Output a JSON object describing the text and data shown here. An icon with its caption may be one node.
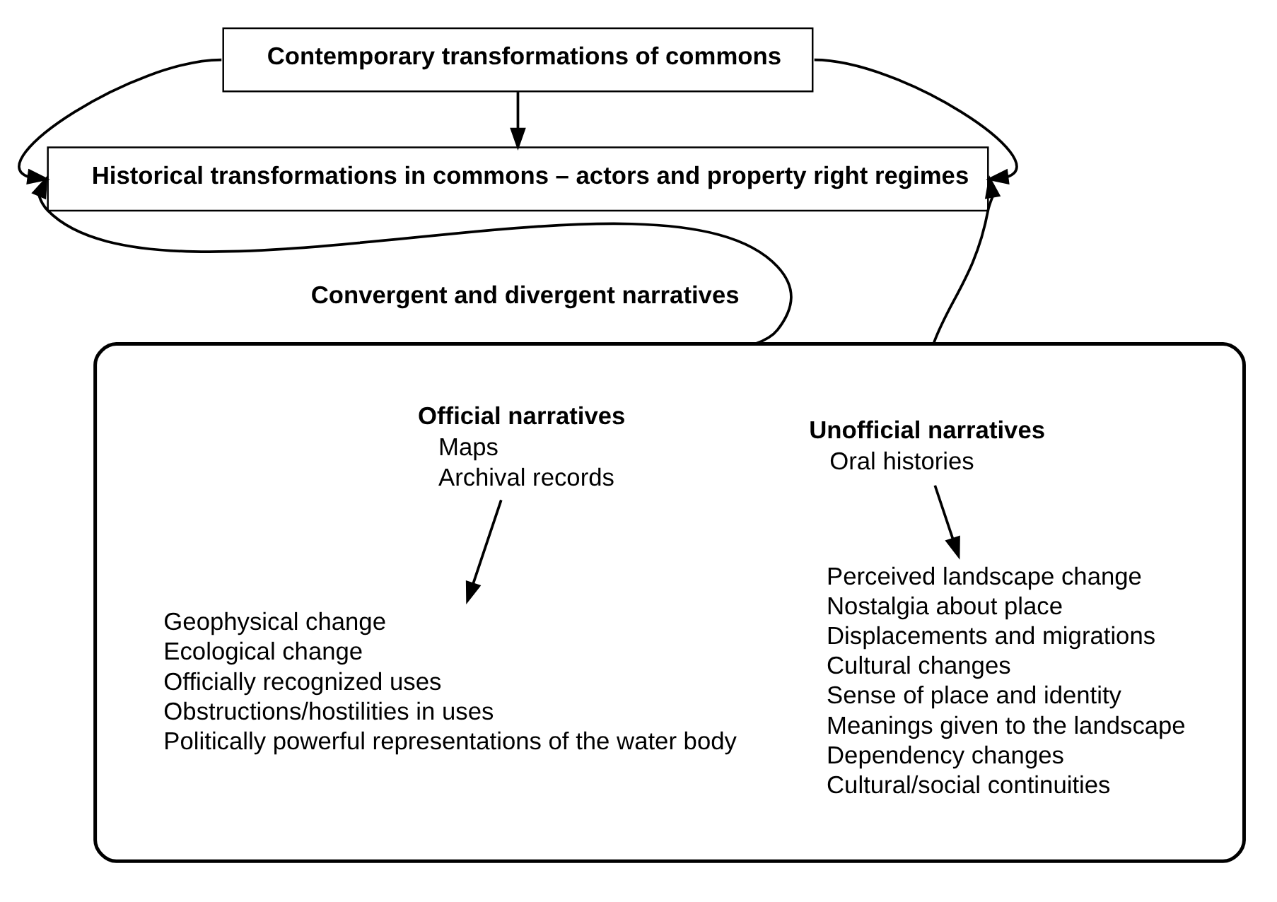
{
  "diagram": {
    "nodes": [
      {
        "text": [
          "Contemporary transformations of commons"
        ]
      },
      {
        "text": [
          "Historical transformations in commons – actors and property right regimes"
        ]
      },
      {
        "text": [],
        "shape": "ellipse"
      },
      {
        "text": [
          "Official narratives",
          "Maps",
          "Archival records"
        ],
        "in": 2
      },
      {
        "text": [
          "Unofficial narratives",
          "Oral histories"
        ],
        "in": 2
      },
      {
        "text": [
          "Geophysical change",
          "Ecological change",
          "Officially recognized uses",
          "Obstructions/hostilities in uses",
          "Politically powerful representations of the water body"
        ],
        "in": 2
      },
      {
        "text": [
          "Perceived landscape change",
          "Nostalgia about place",
          "Displacements and migrations",
          "Cultural changes",
          "Sense of place and identity",
          "Meanings given to the landscape",
          "Dependency changes",
          "Cultural/social continuities"
        ],
        "in": 2
      }
    ],
    "edges": [
      {
        "from": 0,
        "to": 1,
        "arrow": "to"
      },
      {
        "from": 0,
        "to": 1,
        "arrow": "to"
      },
      {
        "from": 0,
        "to": 1,
        "arrow": "to"
      },
      {
        "from": 2,
        "to": 1,
        "arrow": "to"
      },
      {
        "from": 2,
        "to": 1,
        "arrow": "to"
      },
      {
        "from": 3,
        "to": 5,
        "arrow": "to"
      },
      {
        "from": 4,
        "to": 6,
        "arrow": "to"
      }
    ],
    "labels": [
      "Convergent and divergent narratives"
    ]
  }
}
